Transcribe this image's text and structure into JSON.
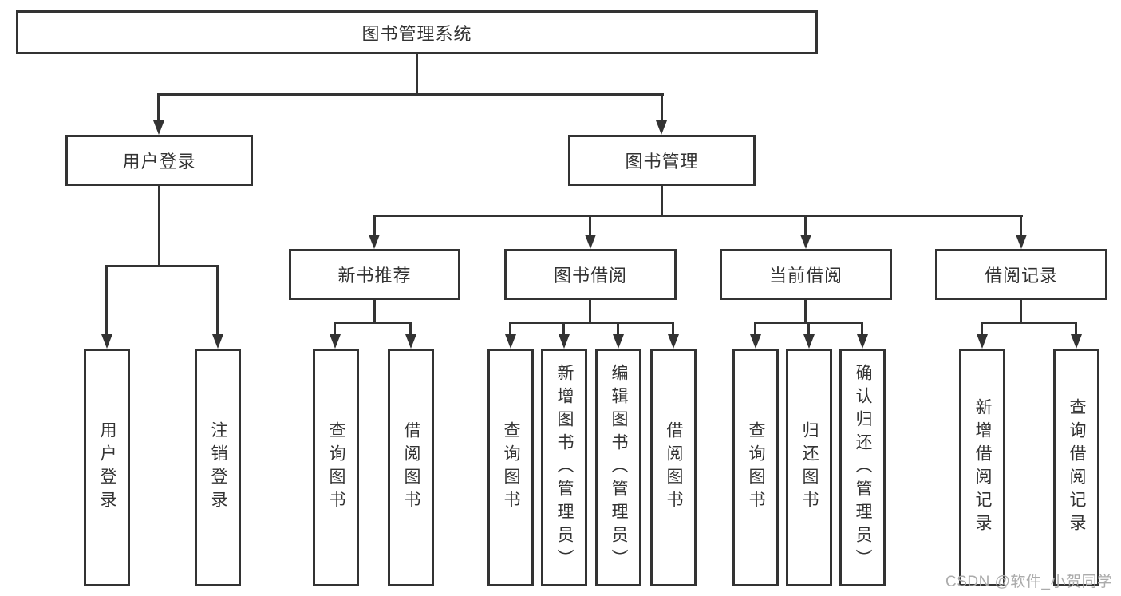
{
  "diagram": {
    "title": "图书管理系统",
    "branches": [
      {
        "label": "用户登录",
        "children": [
          "用户登录",
          "注销登录"
        ]
      },
      {
        "label": "图书管理",
        "groups": [
          {
            "label": "新书推荐",
            "children": [
              "查询图书",
              "借阅图书"
            ]
          },
          {
            "label": "图书借阅",
            "children": [
              "查询图书",
              "新增图书（管理员）",
              "编辑图书（管理员）",
              "借阅图书"
            ]
          },
          {
            "label": "当前借阅",
            "children": [
              "查询图书",
              "归还图书",
              "确认归还（管理员）"
            ]
          },
          {
            "label": "借阅记录",
            "children": [
              "新增借阅记录",
              "查询借阅记录"
            ]
          }
        ]
      }
    ]
  },
  "watermark": {
    "text": "CSDN @软件_小贺同学"
  },
  "colors": {
    "line": "#333333",
    "text": "#333333",
    "box_background": "#ffffff",
    "watermark": "#ababab",
    "background": "#ffffff"
  }
}
